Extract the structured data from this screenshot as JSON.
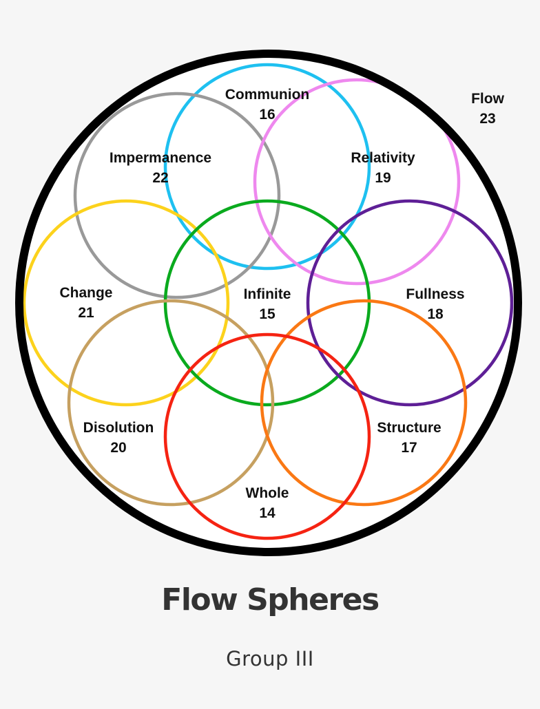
{
  "diagram": {
    "outer": {
      "label": "Flow",
      "value": "23",
      "color": "#000000"
    },
    "spheres": [
      {
        "id": "communion",
        "label": "Communion",
        "value": "16",
        "color": "#1ec0f0"
      },
      {
        "id": "impermanence",
        "label": "Impermanence",
        "value": "22",
        "color": "#999999"
      },
      {
        "id": "relativity",
        "label": "Relativity",
        "value": "19",
        "color": "#ee88ee"
      },
      {
        "id": "change",
        "label": "Change",
        "value": "21",
        "color": "#fcd21c"
      },
      {
        "id": "infinite",
        "label": "Infinite",
        "value": "15",
        "color": "#0aaa1e"
      },
      {
        "id": "fullness",
        "label": "Fullness",
        "value": "18",
        "color": "#5e1f96"
      },
      {
        "id": "disolution",
        "label": "Disolution",
        "value": "20",
        "color": "#c6a060"
      },
      {
        "id": "structure",
        "label": "Structure",
        "value": "17",
        "color": "#fa7814"
      },
      {
        "id": "whole",
        "label": "Whole",
        "value": "14",
        "color": "#f52312"
      }
    ]
  },
  "footer": {
    "title": "Flow Spheres",
    "subtitle": "Group III"
  }
}
